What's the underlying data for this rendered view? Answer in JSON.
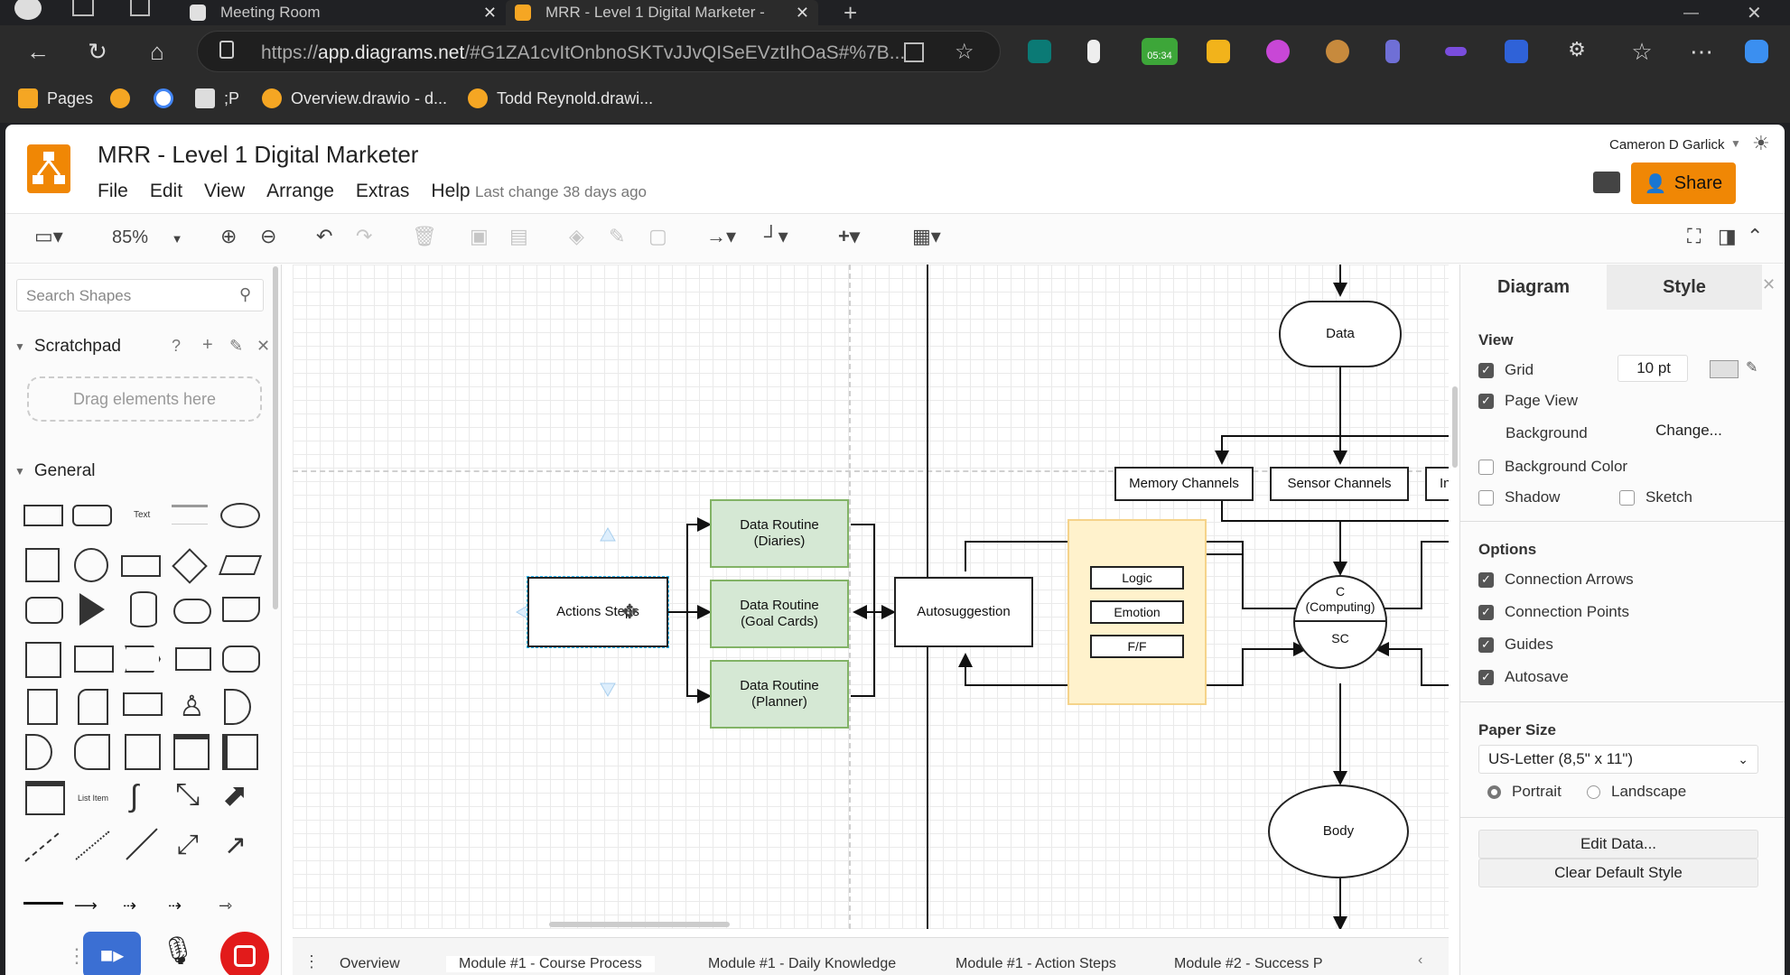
{
  "browser": {
    "tabs": [
      {
        "label": "Meeting Room"
      },
      {
        "label": "MRR - Level 1 Digital Marketer - "
      }
    ],
    "url_prefix": "https://",
    "url_host": "app.diagrams.net",
    "url_rest": "/#G1ZA1cvItOnbnoSKTvJJvQISeEVztIhOaS#%7B...",
    "ext_badge": "05:34",
    "bookmarks": [
      "Pages",
      ";P",
      "Overview.drawio - d...",
      "Todd Reynold.drawi..."
    ]
  },
  "app": {
    "title": "MRR - Level 1 Digital Marketer",
    "menu": [
      "File",
      "Edit",
      "View",
      "Arrange",
      "Extras",
      "Help"
    ],
    "last_change": "Last change 38 days ago",
    "user": "Cameron D Garlick",
    "share": "Share",
    "zoom": "85%"
  },
  "left": {
    "search_placeholder": "Search Shapes",
    "scratchpad": "Scratchpad",
    "drag_hint": "Drag elements here",
    "general": "General",
    "shape_text": "Text",
    "shape_listitem": "List Item"
  },
  "diagram": {
    "data": "Data",
    "memory": "Memory Channels",
    "sensor": "Sensor Channels",
    "in": "In",
    "routine1_a": "Data Routine",
    "routine1_b": "(Diaries)",
    "routine2_a": "Data Routine",
    "routine2_b": "(Goal Cards)",
    "routine3_a": "Data Routine",
    "routine3_b": "(Planner)",
    "actions": "Actions Steps",
    "autosuggestion": "Autosuggestion",
    "logic": "Logic",
    "emotion": "Emotion",
    "ff": "F/F",
    "c_top": "C",
    "c_mid": "(Computing)",
    "sc": "SC",
    "body": "Body"
  },
  "right": {
    "tab_diagram": "Diagram",
    "tab_style": "Style",
    "view": "View",
    "grid": "Grid",
    "grid_size": "10 pt",
    "page_view": "Page View",
    "background": "Background",
    "change": "Change...",
    "background_color": "Background Color",
    "shadow": "Shadow",
    "sketch": "Sketch",
    "options": "Options",
    "conn_arrows": "Connection Arrows",
    "conn_points": "Connection Points",
    "guides": "Guides",
    "autosave": "Autosave",
    "paper_size": "Paper Size",
    "paper_value": "US-Letter (8,5\" x 11\")",
    "portrait": "Portrait",
    "landscape": "Landscape",
    "edit_data": "Edit Data...",
    "clear_style": "Clear Default Style"
  },
  "pages": [
    "Overview",
    "Module #1 - Course Process",
    "Module #1 - Daily Knowledge",
    "Module #1 - Action Steps",
    "Module #2 - Success P"
  ],
  "colors": {
    "accent": "#f08705",
    "routine_fill": "#d5e8d4",
    "emotion_fill": "#fff2cc"
  }
}
